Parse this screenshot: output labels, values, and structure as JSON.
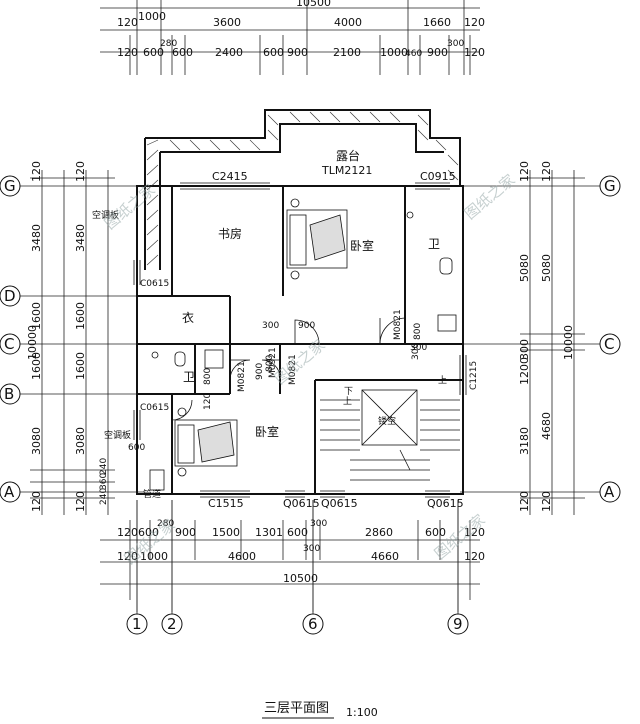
{
  "drawing": {
    "title": "三层平面图",
    "scale": "1:100",
    "watermark": "图纸之家"
  },
  "axes": {
    "columns": [
      "1",
      "2",
      "6",
      "9"
    ],
    "rows": [
      "G",
      "D",
      "C",
      "B",
      "A"
    ]
  },
  "dims": {
    "top_total": "10500",
    "top_row1": [
      "120",
      "1000",
      "3600",
      "4000",
      "1660",
      "120"
    ],
    "top_row2": [
      "120",
      "600",
      "280",
      "600",
      "2400",
      "600",
      "900",
      "2100",
      "1000",
      "460",
      "900",
      "300",
      "120"
    ],
    "bottom_row1": [
      "120",
      "600",
      "280",
      "900",
      "1500",
      "1301",
      "600",
      "300",
      "2860",
      "600",
      "120"
    ],
    "bottom_row2": [
      "120",
      "1000",
      "4600",
      "300",
      "4660",
      "120"
    ],
    "bottom_total": "10500",
    "left_outer": [
      "120",
      "3480",
      "1600",
      "1600",
      "3080",
      "120"
    ],
    "left_total": "10000",
    "left_inner": [
      "120",
      "3480",
      "1600",
      "1600",
      "3080",
      "240",
      "360",
      "240",
      "120"
    ],
    "right_inner": [
      "120",
      "5080",
      "300",
      "1200",
      "3180",
      "120"
    ],
    "right_outer": [
      "120",
      "5080",
      "4680",
      "120"
    ],
    "right_total": "10000"
  },
  "rooms": {
    "terrace": "露台",
    "terrace_door": "TLM2121",
    "study": "书房",
    "bedroom_1": "卧室",
    "bath_1": "卫",
    "closet": "衣",
    "bath_2": "卫",
    "bedroom_2": "卧室",
    "stair_up_1": "上",
    "stair_down": "下",
    "stair_up_2": "上",
    "void": "镂空"
  },
  "openings": {
    "c2415": "C2415",
    "c0915": "C0915",
    "c0615_a": "C0615",
    "c0615_b": "C0615",
    "c1215": "C1215",
    "c1515": "C1515",
    "q0615_a": "Q0615",
    "q0615_b": "Q0615",
    "q0615_c": "Q0615",
    "m0821_a": "M0821",
    "m0821_b": "M0821",
    "m0821_c": "M0821",
    "m0921": "M0921"
  },
  "notes": {
    "ac_board_1": "空调板",
    "ac_board_2": "空调板",
    "small_dims": [
      "300",
      "900",
      "800",
      "800",
      "900",
      "800",
      "120",
      "600",
      "300",
      "300"
    ],
    "misc": "管道"
  }
}
